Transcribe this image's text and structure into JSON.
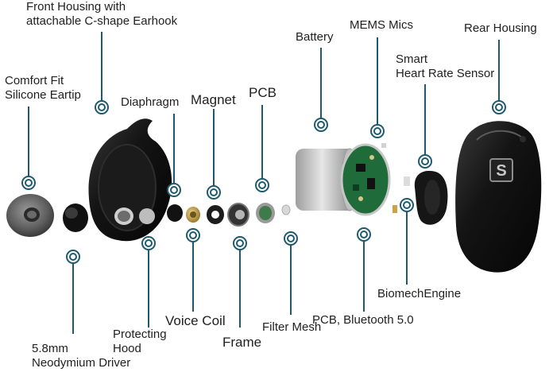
{
  "colors": {
    "leader": "#1e5a6e",
    "marker": "#1e5a6e",
    "text": "#1f1f1f",
    "housing": "#161616",
    "battery": "#c9c9c9",
    "pcb_green": "#1f6b3a",
    "gold": "#c9a24a"
  },
  "labels": {
    "front_housing": "Front Housing with\nattachable C-shape Earhook",
    "comfort_fit": "Comfort Fit\nSilicone Eartip",
    "diaphragm": "Diaphragm",
    "magnet": "Magnet",
    "pcb": "PCB",
    "battery": "Battery",
    "mems": "MEMS Mics",
    "rear_housing": "Rear Housing",
    "smart_hr": "Smart\nHeart Rate Sensor",
    "biomech": "BiomechEngine",
    "pcb_bt": "PCB, Bluetooth 5.0",
    "filter_mesh": "Filter Mesh",
    "frame": "Frame",
    "voice_coil": "Voice Coil",
    "protecting_hood": "Protecting\nHood",
    "neodymium": "5.8mm\nNeodymium Driver"
  },
  "brand_logo": "S"
}
